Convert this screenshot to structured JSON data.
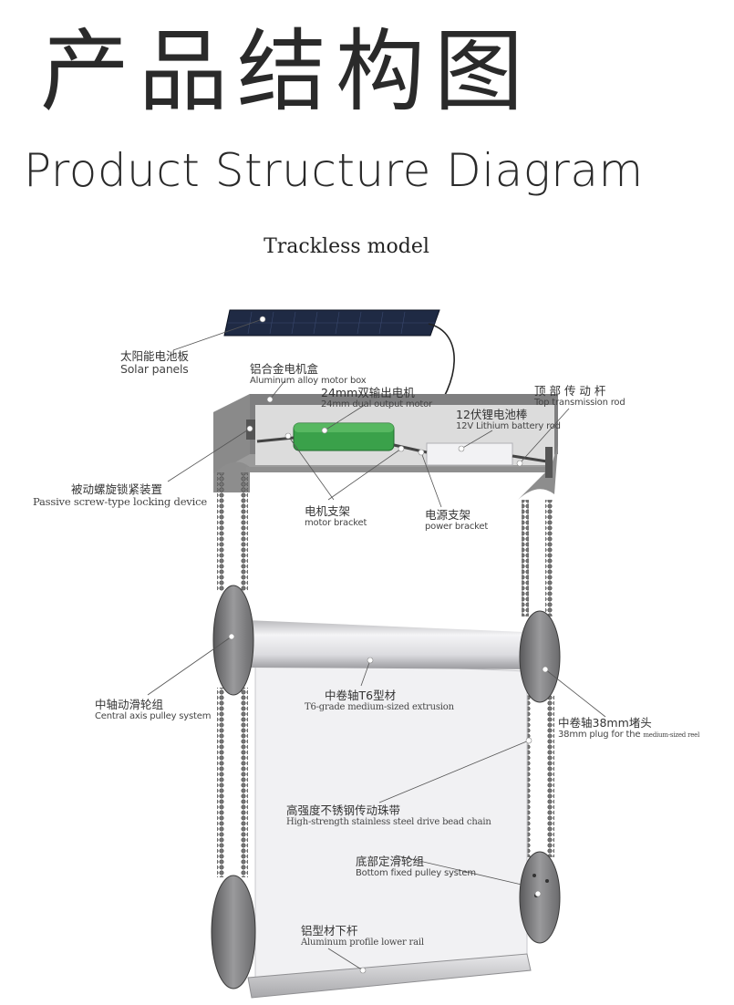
{
  "header": {
    "title_cn": "产品结构图",
    "title_en": "Product Structure Diagram",
    "subtitle": "Trackless model"
  },
  "colors": {
    "frame": "#8a8a8a",
    "motor": "#3aa14a",
    "battery": "#f2f2f4",
    "solar": "#1f2a44",
    "chain": "#6e6e6e",
    "fabric": "#f1f1f3"
  },
  "labels": {
    "solar": {
      "cn": "太阳能电池板",
      "en": "Solar panels"
    },
    "motor_box": {
      "cn": "铝合金电机盒",
      "en": "Aluminum alloy motor box"
    },
    "motor": {
      "cn": "24mm双输出电机",
      "en": "24mm dual output motor"
    },
    "battery": {
      "cn": "12伏锂电池棒",
      "en": "12V Lithium battery rod"
    },
    "top_rod": {
      "cn": "顶 部 传 动 杆",
      "en": "Top transmission rod"
    },
    "lock": {
      "cn": "被动螺旋锁紧装置",
      "en": "Passive screw-type locking device"
    },
    "motor_bracket": {
      "cn": "电机支架",
      "en": "motor bracket"
    },
    "power_bracket": {
      "cn": "电源支架",
      "en": "power bracket"
    },
    "central_pulley": {
      "cn": "中轴动滑轮组",
      "en": "Central axis pulley system"
    },
    "reel": {
      "cn": "中卷轴T6型材",
      "en": "T6-grade medium-sized extrusion"
    },
    "plug": {
      "cn": "中卷轴38mm堵头",
      "en_a": "38mm plug for the",
      "en_b": "medium-sized reel"
    },
    "chain": {
      "cn": "高强度不锈钢传动珠带",
      "en": "High-strength stainless steel drive bead chain"
    },
    "bottom_pulley": {
      "cn": "底部定滑轮组",
      "en": "Bottom fixed pulley system"
    },
    "lower_rail": {
      "cn": "铝型材下杆",
      "en": "Aluminum profile lower rail"
    }
  }
}
